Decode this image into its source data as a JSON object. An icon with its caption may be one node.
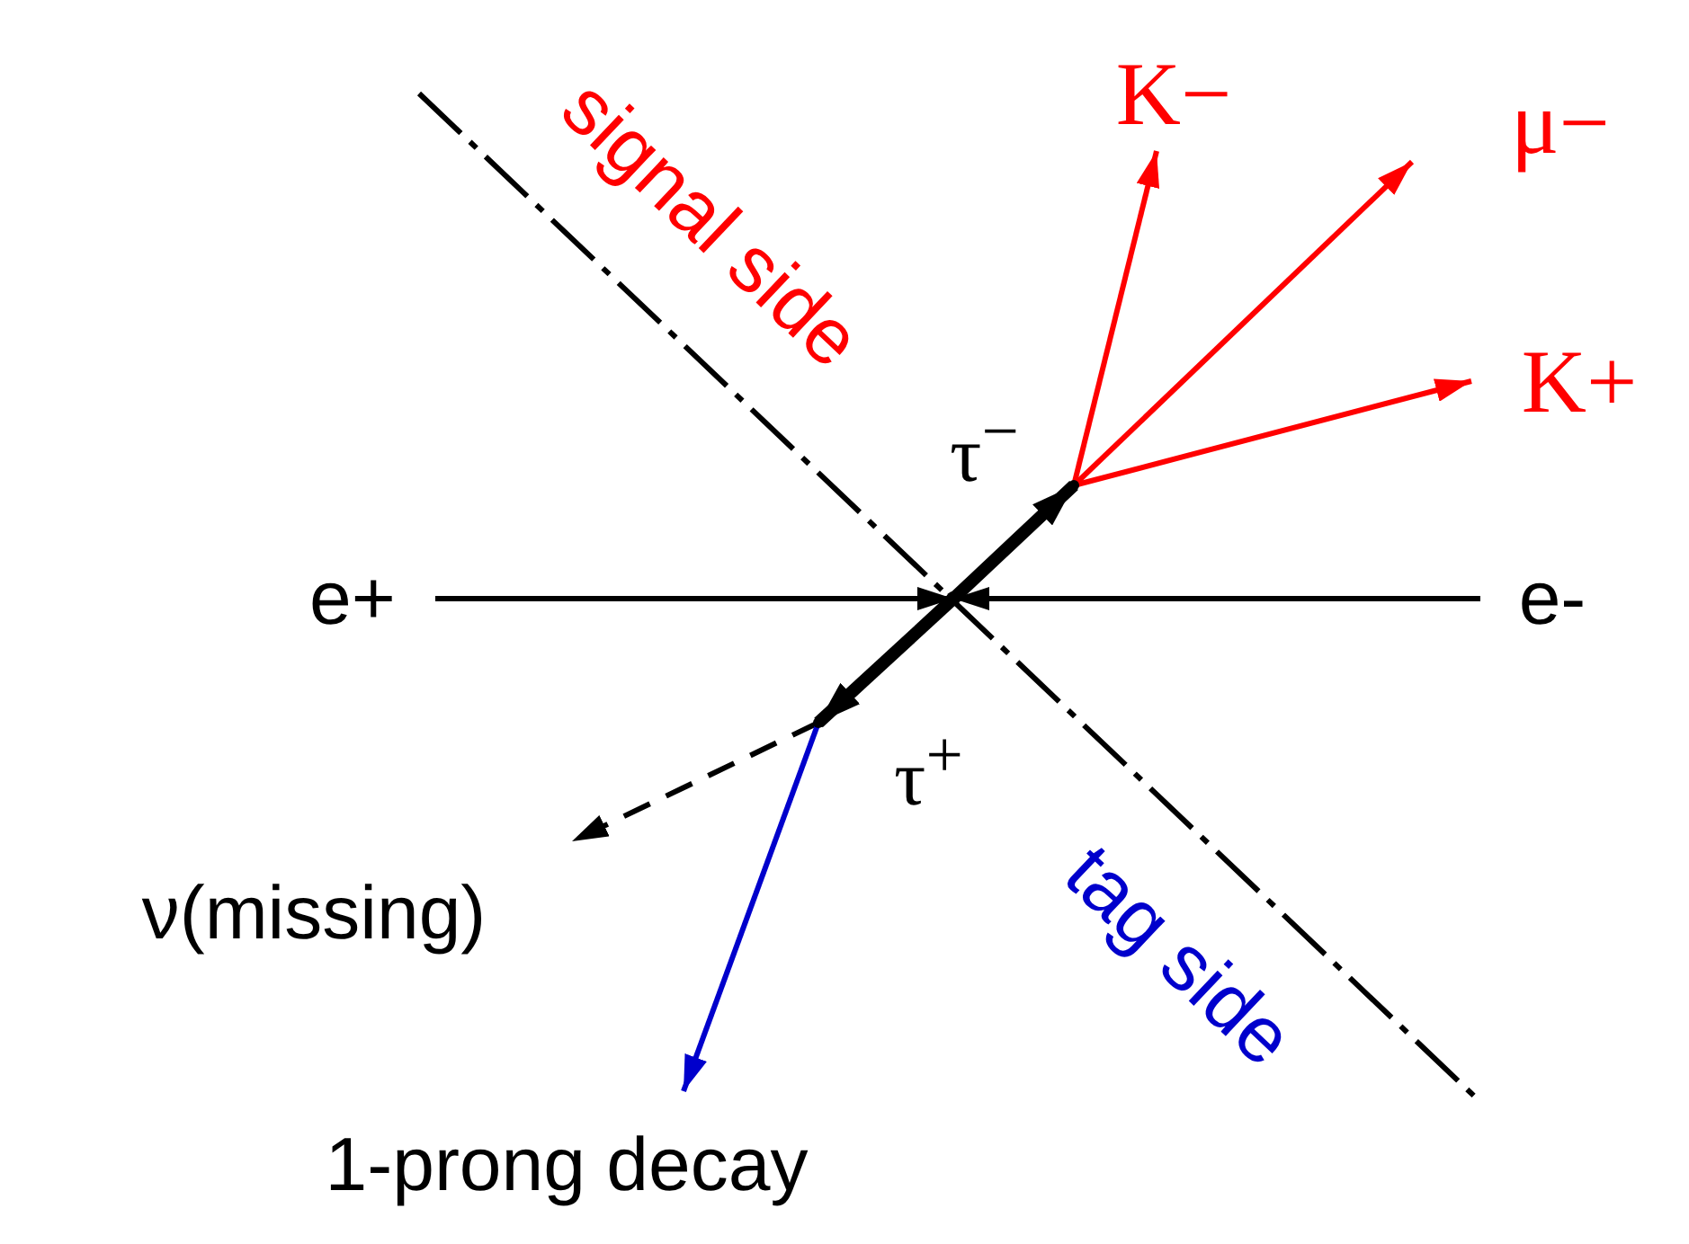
{
  "diagram": {
    "nodes": [
      {
        "text": [
          "e+"
        ]
      },
      {
        "text": [],
        "shape": "point"
      },
      {
        "text": [
          "e-"
        ]
      },
      {
        "text": [],
        "shape": "point"
      },
      {
        "text": [
          "K−"
        ]
      },
      {
        "text": [
          "μ−"
        ]
      },
      {
        "text": [
          "K+"
        ]
      },
      {
        "text": [],
        "shape": "point"
      },
      {
        "text": [
          "ν(missing)"
        ]
      },
      {
        "text": [
          "1-prong decay"
        ]
      }
    ],
    "edges": [
      {
        "from": 0,
        "to": 1,
        "arrow": "to"
      },
      {
        "from": 2,
        "to": 1,
        "arrow": "to"
      },
      {
        "from": 1,
        "to": 3,
        "arrow": "to",
        "label": "τ$^{−}$",
        "style": "thick"
      },
      {
        "from": 3,
        "to": 4,
        "arrow": "to",
        "color": "#ff0000"
      },
      {
        "from": 3,
        "to": 5,
        "arrow": "to",
        "color": "#ff0000"
      },
      {
        "from": 3,
        "to": 6,
        "arrow": "to",
        "color": "#ff0000"
      },
      {
        "from": 1,
        "to": 7,
        "arrow": "to",
        "label": "τ$^{+}$",
        "style": "thick"
      },
      {
        "from": 7,
        "to": 8,
        "arrow": "to",
        "style": "dashed"
      },
      {
        "from": 7,
        "to": 9,
        "arrow": "to",
        "color": "#0000cc"
      }
    ],
    "labels": [
      "signal side",
      "tag side"
    ]
  }
}
